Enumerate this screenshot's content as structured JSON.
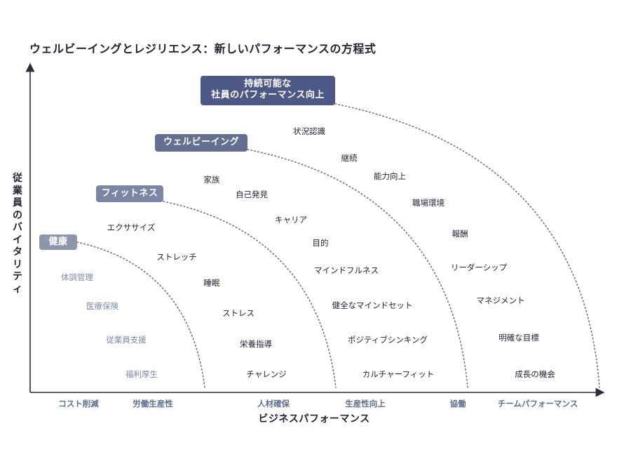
{
  "title": "ウェルビーイングとレジリエンス：新しいパフォーマンスの方程式",
  "axes": {
    "y_title": "従業員のバイタリティ",
    "x_title": "ビジネスパフォーマンス",
    "x_ticks": [
      "コスト削減",
      "労働生産性",
      "人材確保",
      "生産性向上",
      "協働",
      "チームパフォーマンス"
    ]
  },
  "tiers": [
    {
      "line1": "健康",
      "line2": "",
      "color": "#8c96ad"
    },
    {
      "line1": "フィットネス",
      "line2": "",
      "color": "#7a86a3"
    },
    {
      "line1": "ウェルビーイング",
      "line2": "",
      "color": "#646f92"
    },
    {
      "line1": "持続可能な",
      "line2": "社員のパフォーマンス向上",
      "color": "#4e5886"
    }
  ],
  "items": {
    "health": [
      "体調管理",
      "医療保険",
      "従業員支援",
      "福利厚生"
    ],
    "fitness": [
      "エクササイズ",
      "ストレッチ",
      "睡眠",
      "ストレス",
      "栄養指導",
      "チャレンジ",
      "家族"
    ],
    "wellbeing": [
      "自己発見",
      "キャリア",
      "目的",
      "マインドフルネス",
      "健全なマインドセット",
      "ポジティブシンキング",
      "カルチャーフィット"
    ],
    "sustainable": [
      "状況認識",
      "継続",
      "能力向上",
      "職場環境",
      "報酬",
      "リーダーシップ",
      "マネジメント",
      "明確な目標",
      "成長の機会"
    ]
  }
}
